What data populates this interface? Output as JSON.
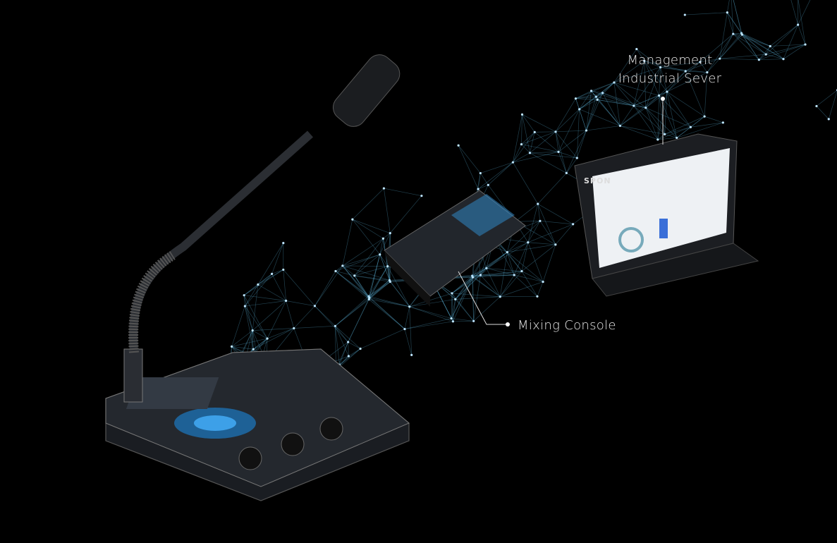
{
  "labels": {
    "server": [
      "Management",
      "Industrial Sever"
    ],
    "console": "Mixing Console"
  },
  "server_logo": "SPON",
  "colors": {
    "background": "#000000",
    "network": "#5fb8e0",
    "label": "#e8e8e8"
  }
}
